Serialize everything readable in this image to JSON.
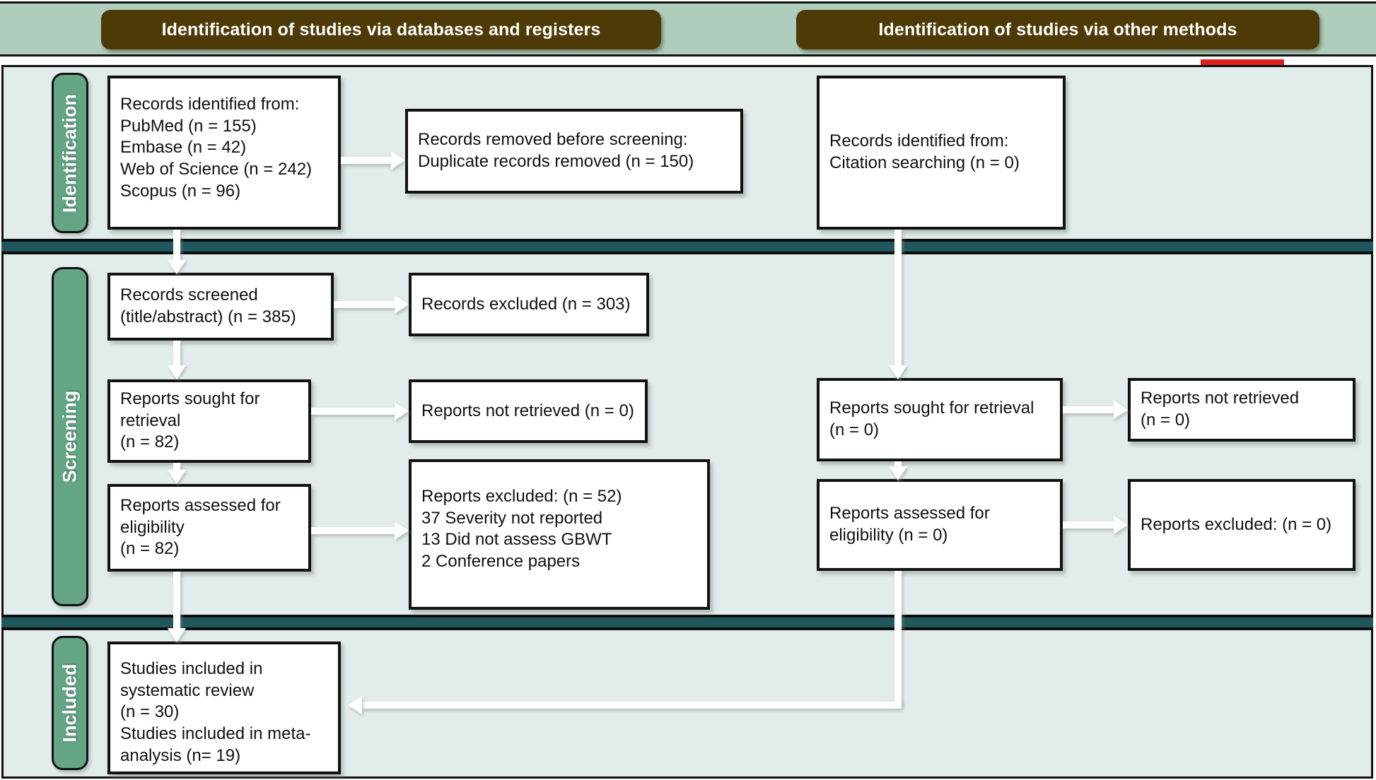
{
  "headers": {
    "databases": "Identification of studies via databases and registers",
    "other": "Identification of studies via other methods"
  },
  "stage_labels": {
    "identification": "Identification",
    "screening": "Screening",
    "included": "Included"
  },
  "colors": {
    "header_band": "#aecdbd",
    "body_bg": "#e2ecea",
    "divider": "#20575c",
    "title_pill": "#4e3a06",
    "stage_label": "#63a585",
    "red_marker": "#e02020",
    "node_border": "#111111",
    "node_bg": "#ffffff"
  },
  "nodes": {
    "records_identified": "Records identified from:\nPubMed (n = 155)\nEmbase (n = 42)\nWeb of Science (n = 242)\nScopus (n = 96)",
    "records_removed": "Records removed before screening:\nDuplicate records removed  (n = 150)",
    "records_screened": "Records screened\n(title/abstract) (n = 385)",
    "records_excluded": "Records excluded (n = 303)",
    "reports_sought": "Reports sought for retrieval\n(n = 82)",
    "reports_not_retrieved": "Reports not retrieved (n = 0)",
    "reports_assessed": "Reports assessed for\neligibility\n(n = 82)",
    "reports_excluded": "Reports excluded: (n = 52)\n37 Severity not reported\n13 Did not assess GBWT\n2 Conference papers",
    "studies_included": "Studies included in\nsystematic review\n(n = 30)\nStudies included in meta-\nanalysis (n= 19)",
    "other_identified": "Records identified from:\nCitation searching (n = 0)",
    "other_sought": "Reports sought for retrieval\n(n = 0)",
    "other_not_retrieved": "Reports not retrieved\n(n = 0)",
    "other_assessed": "Reports assessed for\neligibility (n = 0)",
    "other_excluded": "Reports excluded: (n = 0)"
  },
  "counts": {
    "pubmed": 155,
    "embase": 42,
    "web_of_science": 242,
    "scopus": 96,
    "duplicates_removed": 150,
    "records_screened": 385,
    "records_excluded": 303,
    "reports_sought": 82,
    "reports_not_retrieved": 0,
    "reports_assessed": 82,
    "reports_excluded_total": 52,
    "severity_not_reported": 37,
    "did_not_assess_gbwt": 13,
    "conference_papers": 2,
    "studies_systematic_review": 30,
    "studies_meta_analysis": 19,
    "citation_searching": 0
  }
}
